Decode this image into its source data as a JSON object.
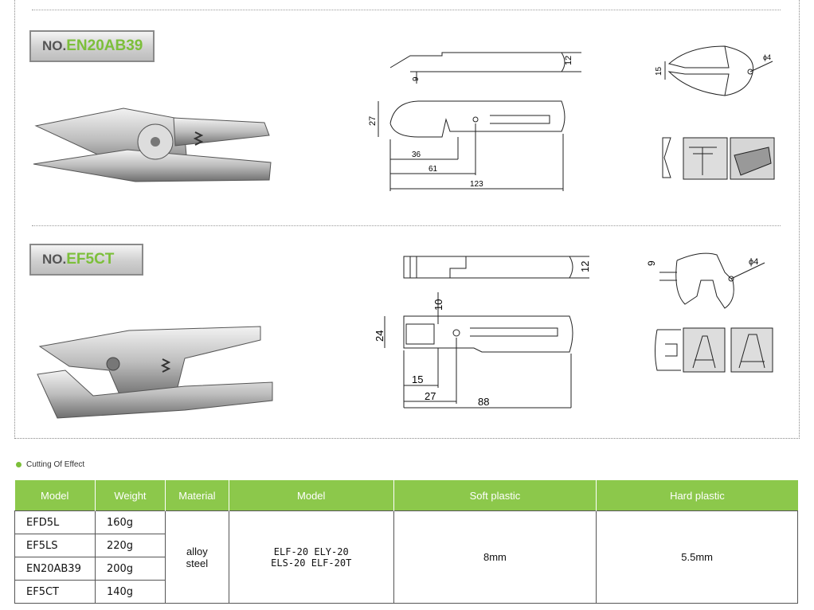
{
  "products": [
    {
      "prefix": "NO.",
      "code": "EN20AB39",
      "dimensions": [
        "12",
        "9",
        "15",
        "ϕ4",
        "27",
        "36",
        "61",
        "123"
      ]
    },
    {
      "prefix": "NO.",
      "code": "EF5CT",
      "dimensions": [
        "12",
        "9",
        "ϕ4",
        "10",
        "24",
        "15",
        "27",
        "88"
      ]
    }
  ],
  "section_title": "Cutting Of Effect",
  "table": {
    "headers": [
      "Model",
      "Weight",
      "Material",
      "Model",
      "Soft plastic",
      "Hard plastic"
    ],
    "rows": [
      {
        "model": "EFD5L",
        "weight": "160g"
      },
      {
        "model": "EF5LS",
        "weight": "220g"
      },
      {
        "model": "EN20AB39",
        "weight": "200g"
      },
      {
        "model": "EF5CT",
        "weight": "140g"
      }
    ],
    "material_line1": "alloy",
    "material_line2": "steel",
    "compat_line1": "ELF-20 ELY-20",
    "compat_line2": "ELS-20 ELF-20T",
    "soft": "8mm",
    "hard": "5.5mm"
  },
  "colors": {
    "accent": "#8cc84b",
    "badge_code": "#7cbf3a"
  }
}
